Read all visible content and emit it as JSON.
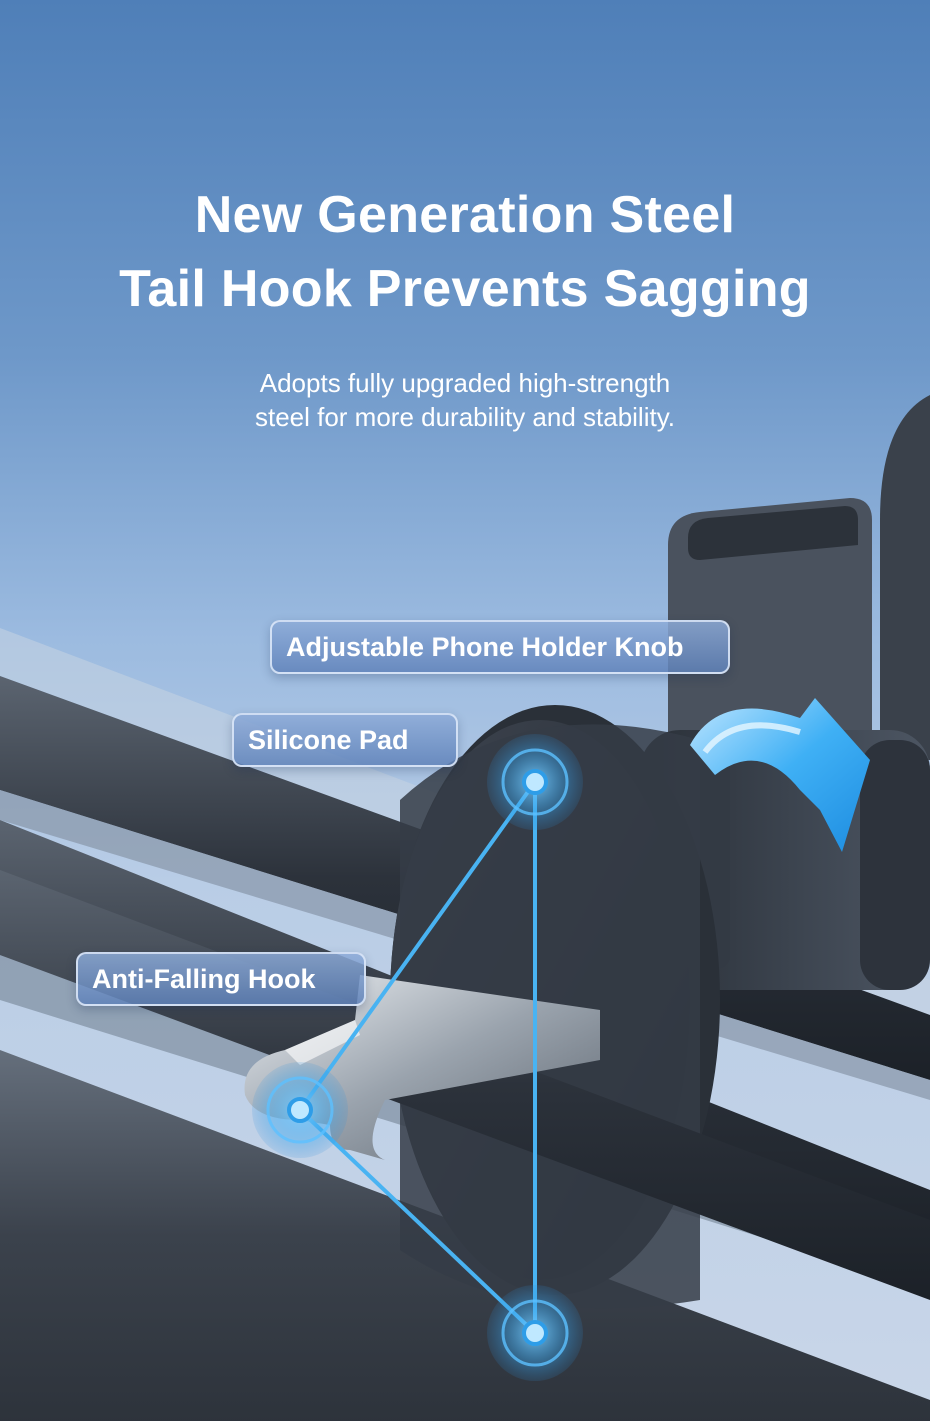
{
  "headline": {
    "line1": "New Generation Steel",
    "line2": "Tail Hook Prevents Sagging"
  },
  "subtitle": {
    "line1": "Adopts fully upgraded high-strength",
    "line2": "steel for more durability and stability."
  },
  "labels": {
    "knob": "Adjustable Phone Holder Knob",
    "pad": "Silicone Pad",
    "hook": "Anti-Falling Hook"
  },
  "colors": {
    "accent": "#2ea8f0",
    "pointer_line": "#49b3f2",
    "background_top": "#4f7fb8",
    "background_bottom": "#c9d6e8"
  },
  "icons": {
    "rotation_arrow": "rotate-arrow-icon"
  }
}
